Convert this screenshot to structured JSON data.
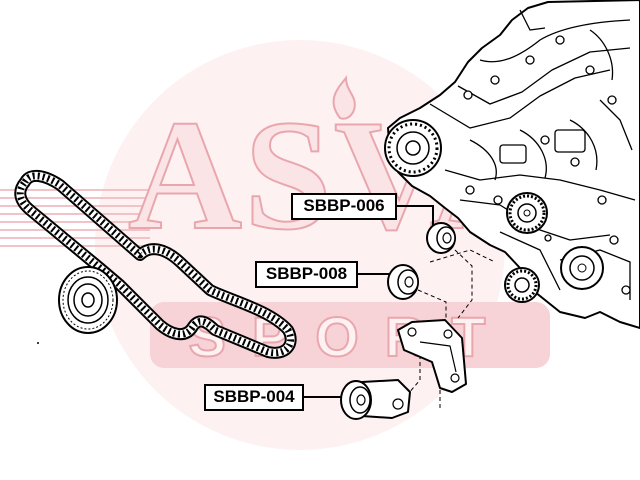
{
  "diagram": {
    "callouts": [
      {
        "part_number": "SBBP-006"
      },
      {
        "part_number": "SBBP-008"
      },
      {
        "part_number": "SBBP-004"
      }
    ]
  },
  "watermark": {
    "brand": "ASVA",
    "sub": "SPORT"
  },
  "colors": {
    "background": "#ffffff",
    "line": "#000000",
    "watermark_stroke": "#e9a7ad",
    "watermark_fill": "#fbe4e6",
    "watermark_circle": "#fdf1f2"
  }
}
